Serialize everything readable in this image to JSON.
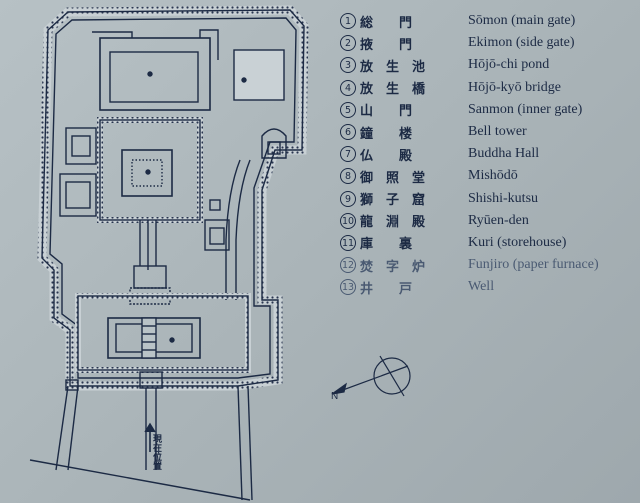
{
  "legend": [
    {
      "num": "1",
      "jp": "総　　門",
      "en": "Sōmon (main gate)"
    },
    {
      "num": "2",
      "jp": "掖　　門",
      "en": "Ekimon (side gate)"
    },
    {
      "num": "3",
      "jp": "放　生　池",
      "en": "Hōjō-chi pond"
    },
    {
      "num": "4",
      "jp": "放　生　橋",
      "en": "Hōjō-kyō bridge"
    },
    {
      "num": "5",
      "jp": "山　　門",
      "en": "Sanmon (inner gate)"
    },
    {
      "num": "6",
      "jp": "鐘　　楼",
      "en": "Bell tower"
    },
    {
      "num": "7",
      "jp": "仏　　殿",
      "en": "Buddha Hall"
    },
    {
      "num": "8",
      "jp": "御　照　堂",
      "en": "Mishōdō"
    },
    {
      "num": "9",
      "jp": "獅　子　窟",
      "en": "Shishi-kutsu"
    },
    {
      "num": "10",
      "jp": "龍　淵　殿",
      "en": "Ryūen-den"
    },
    {
      "num": "11",
      "jp": "庫　　裏",
      "en": "Kuri (storehouse)"
    },
    {
      "num": "12",
      "jp": "焚　字　炉",
      "en": "Funjiro (paper furnace)"
    },
    {
      "num": "13",
      "jp": "井　　戸",
      "en": "Well"
    }
  ],
  "compass": {
    "north_label": "N"
  },
  "map": {
    "current_position_label": "現在位置"
  },
  "colors": {
    "ink": "#1c2a44",
    "background": "#aeb8bc"
  }
}
